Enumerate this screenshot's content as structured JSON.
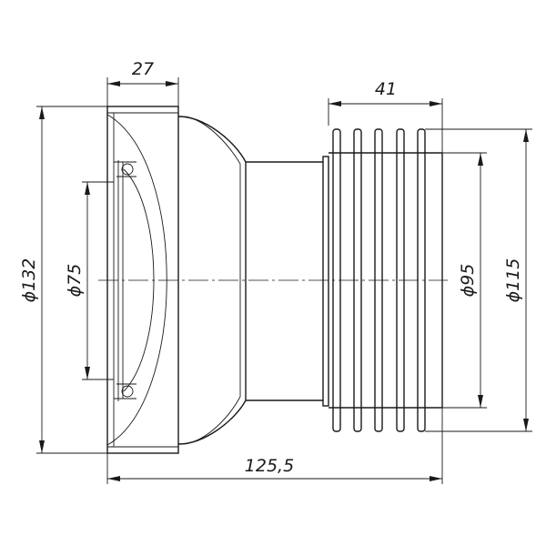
{
  "drawing": {
    "dimensions": {
      "flange_width": "27",
      "bellows_length": "41",
      "overall_length": "125,5",
      "flange_diameter": "ϕ132",
      "inner_diameter": "ϕ75",
      "bellows_inner_diameter": "ϕ95",
      "bellows_outer_diameter": "ϕ115"
    }
  }
}
